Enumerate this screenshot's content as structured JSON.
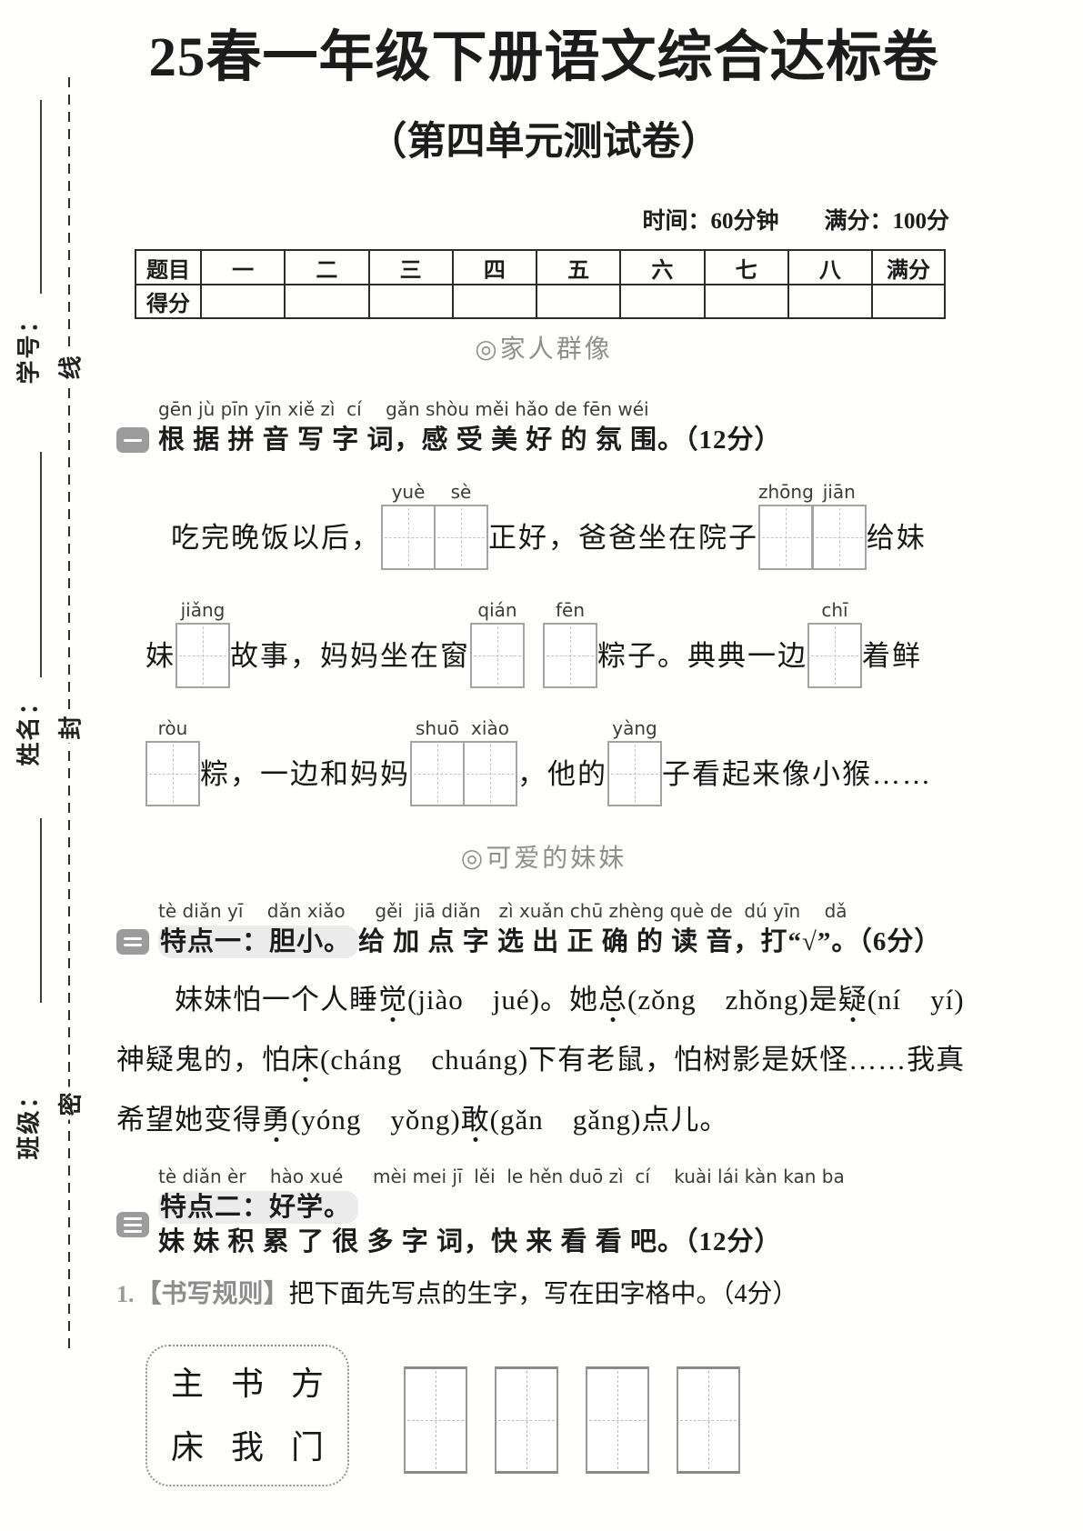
{
  "colors": {
    "heading_gray": "#8e8e8e",
    "badge_gray": "#9c9c9c",
    "grid_border_gray": "#a3a3a3",
    "highlight_gray": "#ececec",
    "ink_black": "#1c1c1c"
  },
  "header": {
    "title": "25春一年级下册语文综合达标卷",
    "subtitle": "（第四单元测试卷）",
    "time_info": "时间：60分钟　　满分：100分"
  },
  "seal_area": {
    "fields": [
      {
        "label": "学号：",
        "seal_char": "线"
      },
      {
        "label": "姓名：",
        "seal_char": "封"
      },
      {
        "label": "班级：",
        "seal_char": "密"
      }
    ]
  },
  "score_table": {
    "headers": [
      "题目",
      "一",
      "二",
      "三",
      "四",
      "五",
      "六",
      "七",
      "八",
      "满分"
    ],
    "score_row_label": "得分"
  },
  "section_family": {
    "heading": "◎家人群像",
    "question1": {
      "icon": "一",
      "pinyin": "gēn jù pīn yīn xiě zì  cí　 gǎn shòu měi hǎo de fēn wéi",
      "stem": "根 据 拼 音 写 字 词，感 受 美 好 的 氛 围。（12分）",
      "fill_lines": [
        [
          {
            "text": "吃完晚饭以后，"
          },
          {
            "boxes": [
              "yuè",
              "sè"
            ]
          },
          {
            "text": "正好，爸爸坐在院子"
          },
          {
            "boxes": [
              "zhōng",
              "jiān"
            ]
          },
          {
            "text": "给妹"
          }
        ],
        [
          {
            "text": "妹"
          },
          {
            "boxes": [
              "jiǎng"
            ]
          },
          {
            "text": "故事，妈妈坐在窗"
          },
          {
            "boxes": [
              "qián"
            ]
          },
          {
            "gap": true
          },
          {
            "boxes": [
              "fēn"
            ]
          },
          {
            "text": "粽子。典典一边"
          },
          {
            "boxes": [
              "chī"
            ]
          },
          {
            "text": "着鲜"
          }
        ],
        [
          {
            "boxes": [
              "ròu"
            ]
          },
          {
            "text": "粽，一边和妈妈"
          },
          {
            "boxes": [
              "shuō",
              "xiào"
            ]
          },
          {
            "text": "，他的"
          },
          {
            "boxes": [
              "yàng"
            ]
          },
          {
            "text": "子看起来像小猴……"
          }
        ]
      ]
    }
  },
  "section_sister": {
    "heading": "◎可爱的妹妹",
    "question2": {
      "icon": "二",
      "pinyin": "tè diǎn yī　 dǎn xiǎo　  gěi  jiā diǎn　zì xuǎn chū zhèng què de  dú yīn　 dǎ",
      "stem_highlight": "特点一：胆小。",
      "stem_rest": "给 加 点 字 选 出 正 确 的 读 音，打“√”。（6分）",
      "body_lines": [
        {
          "indent": true,
          "parts": [
            {
              "t": "妹妹怕一个人睡"
            },
            {
              "t": "觉",
              "dot": true
            },
            {
              "t": "(jiào　jué)。她"
            },
            {
              "t": "总",
              "dot": true
            },
            {
              "t": "(zǒng　zhǒng)是"
            },
            {
              "t": "疑",
              "dot": true
            },
            {
              "t": "(ní　yí)"
            }
          ]
        },
        {
          "parts": [
            {
              "t": "神疑鬼的，怕"
            },
            {
              "t": "床",
              "dot": true
            },
            {
              "t": "(cháng　chuáng)下有老鼠，怕树影是妖怪……我真"
            }
          ]
        },
        {
          "parts": [
            {
              "t": "希望她变得"
            },
            {
              "t": "勇",
              "dot": true
            },
            {
              "t": "(yóng　yǒng)"
            },
            {
              "t": "敢",
              "dot": true
            },
            {
              "t": "(gǎn　gǎng)点儿。"
            }
          ]
        }
      ]
    },
    "question3": {
      "icon": "三",
      "pinyin": "tè diǎn èr　 hào xué　  mèi mei jī  lěi  le hěn duō zì  cí　 kuài lái kàn kan ba",
      "stem_highlight": "特点二：好学。",
      "stem_rest": "妹 妹 积 累 了 很 多 字 词，快 来 看 看 吧。（12分）",
      "sub_question1": {
        "number": "1.",
        "tag": "【书写规则】",
        "text": "把下面先写点的生字，写在田字格中。（4分）",
        "char_bank": [
          [
            "主",
            "书",
            "方"
          ],
          [
            "床",
            "我",
            "门"
          ]
        ],
        "practice_box_count": 4
      }
    }
  }
}
